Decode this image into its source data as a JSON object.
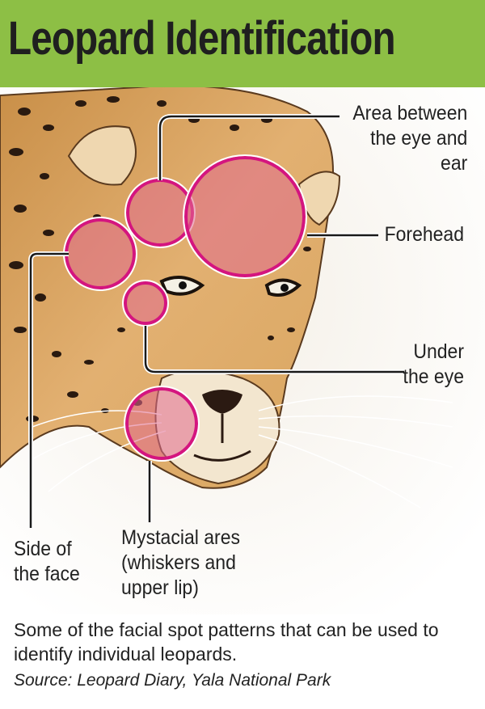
{
  "title": "Leopard Identification",
  "labels": {
    "eye_ear": [
      "Area between",
      "the eye and",
      "ear"
    ],
    "forehead": [
      "Forehead"
    ],
    "under_eye": [
      "Under",
      "the eye"
    ],
    "side_face": [
      "Side of",
      "the face"
    ],
    "mystacial": [
      "Mystacial ares",
      "(whiskers and",
      "upper lip)"
    ]
  },
  "caption": "Some of the facial spot patterns that can be used to identify individual leopards.",
  "source": "Source: Leopard Diary, Yala National Park",
  "colors": {
    "header": "#8dbf45",
    "highlight_ring": "#d4157f",
    "highlight_fill": "#e06a8e",
    "fur": "#d9a660",
    "spot": "#2a1a10"
  }
}
